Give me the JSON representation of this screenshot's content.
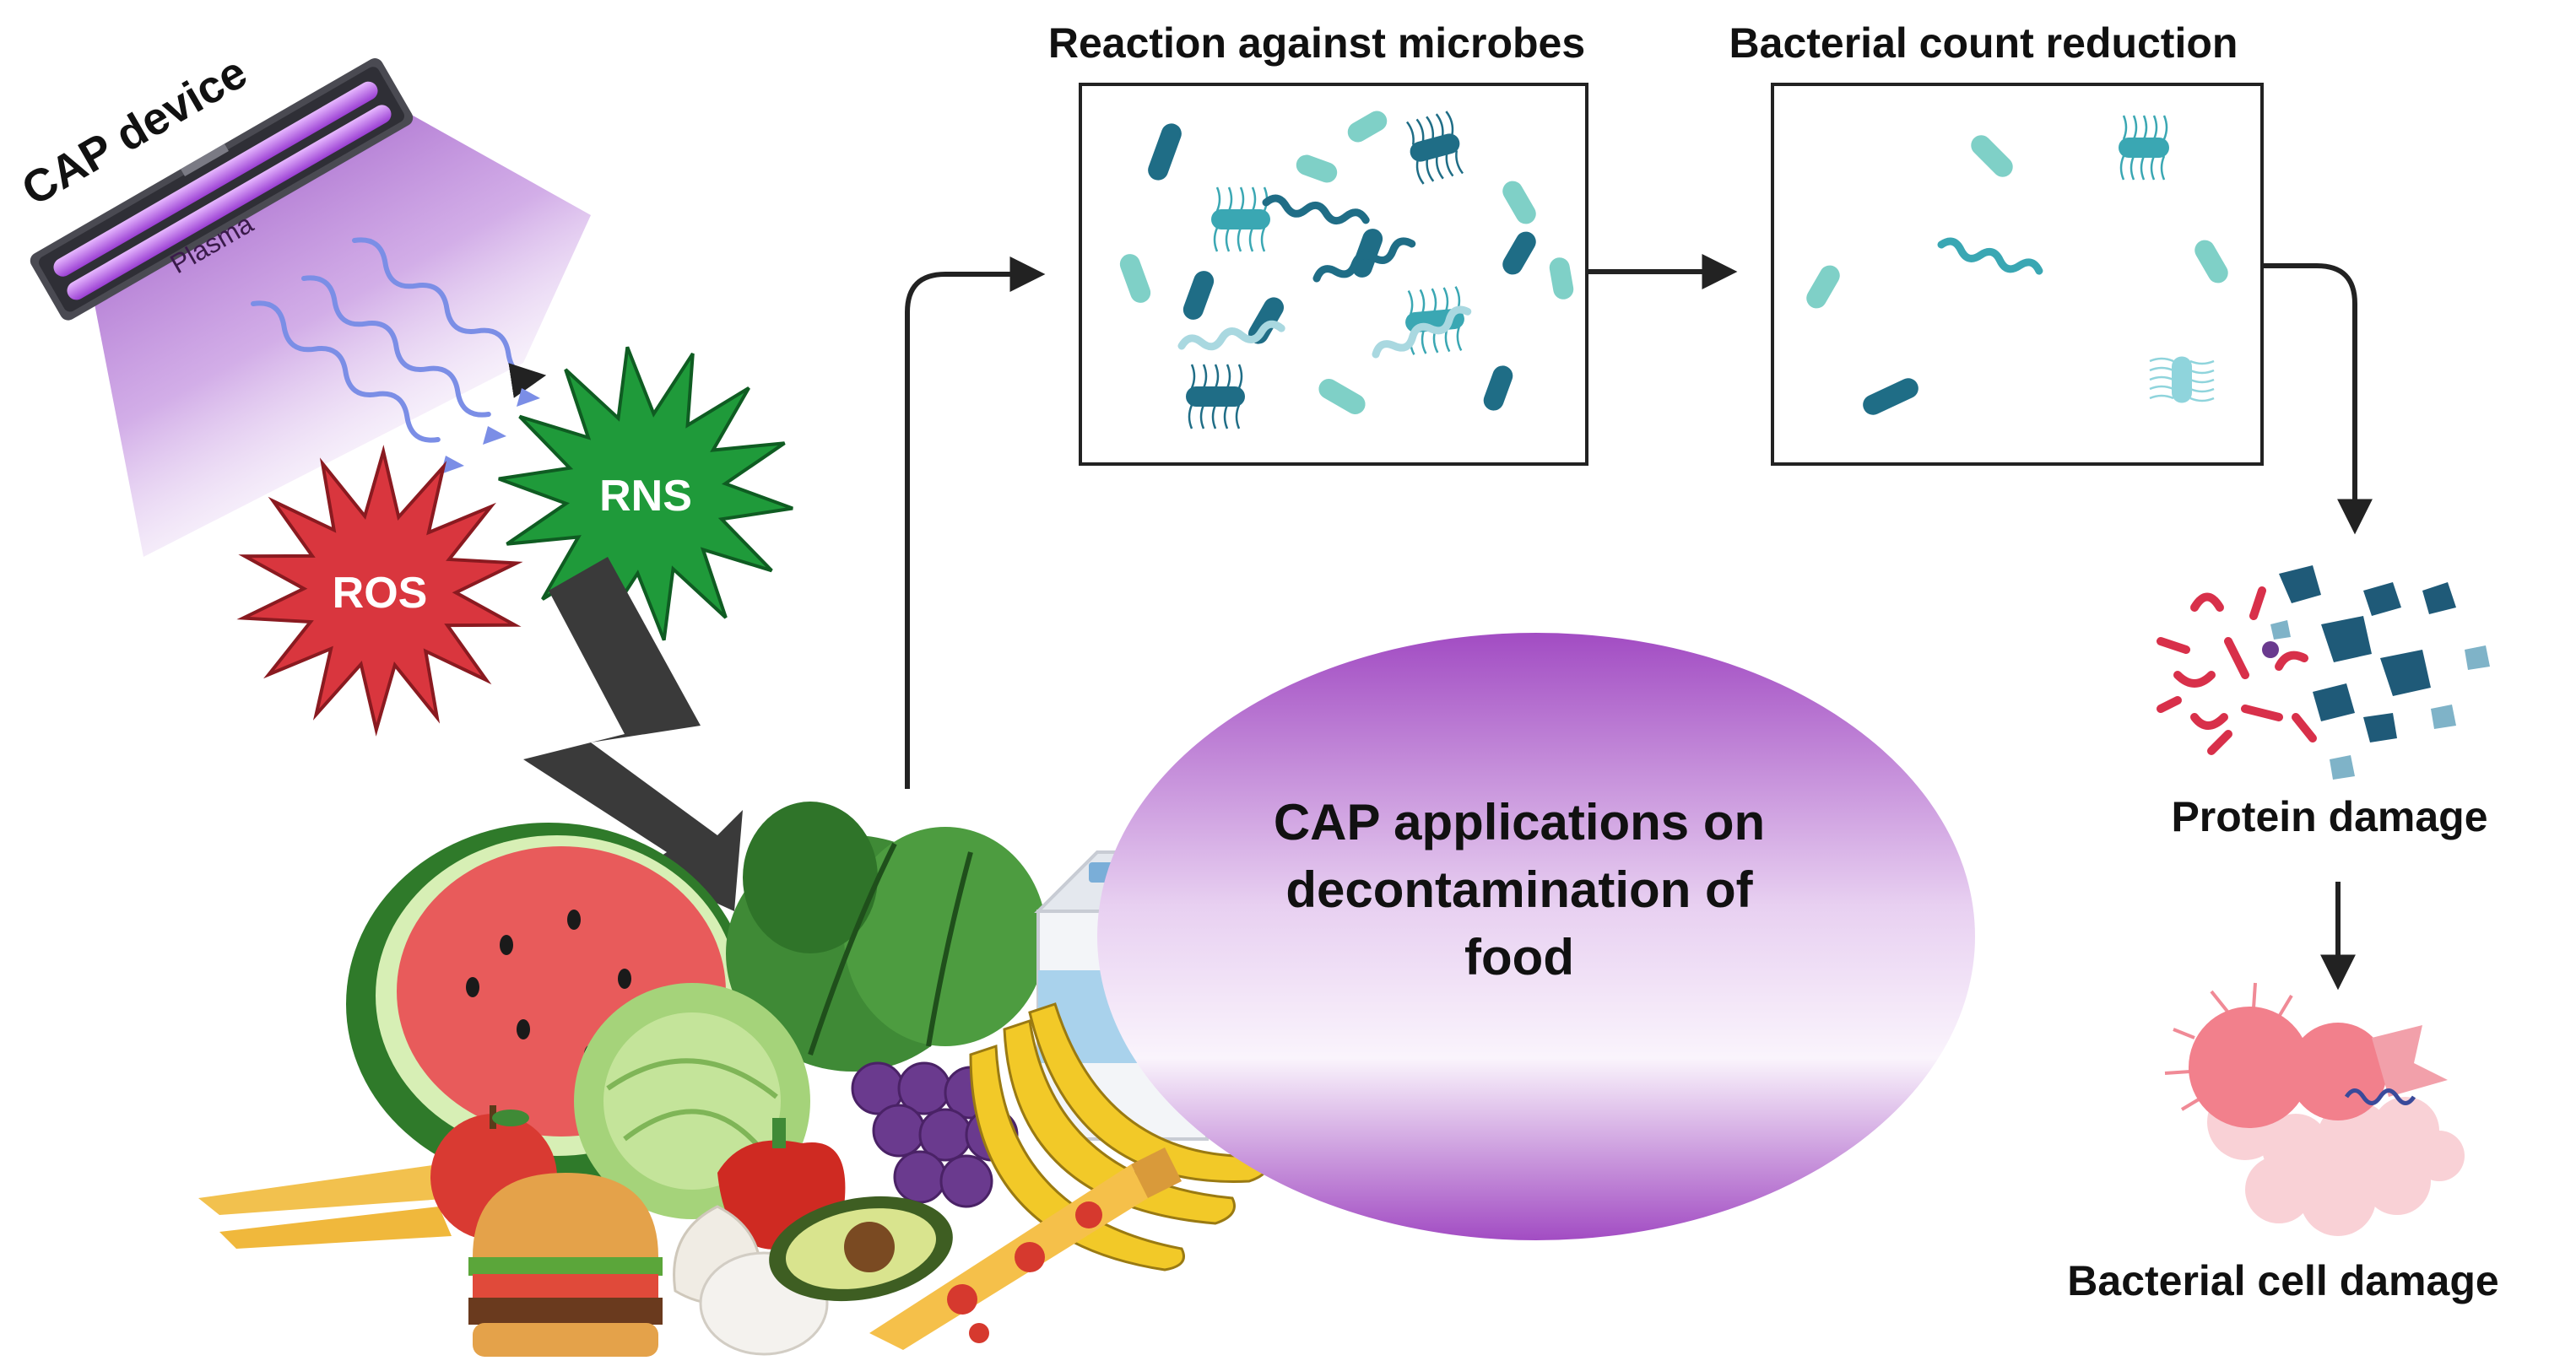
{
  "device": {
    "label": "CAP device",
    "plasma_label": "Plasma"
  },
  "species": {
    "ros": "ROS",
    "rns": "RNS"
  },
  "center": {
    "line1": "CAP applications on",
    "line2": "decontamination of",
    "line3": "food"
  },
  "panels": {
    "reaction_title": "Reaction against microbes",
    "reduction_title": "Bacterial count reduction"
  },
  "outcomes": {
    "protein": "Protein damage",
    "cell": "Bacterial cell damage"
  },
  "colors": {
    "plasma_purple": "#8a2fb8",
    "ros_red": "#d9363e",
    "rns_green": "#1f9a3a",
    "bacteria_teal": "#3aa7b3",
    "bacteria_dark": "#1f6d86",
    "arrow_gray": "#333333"
  }
}
